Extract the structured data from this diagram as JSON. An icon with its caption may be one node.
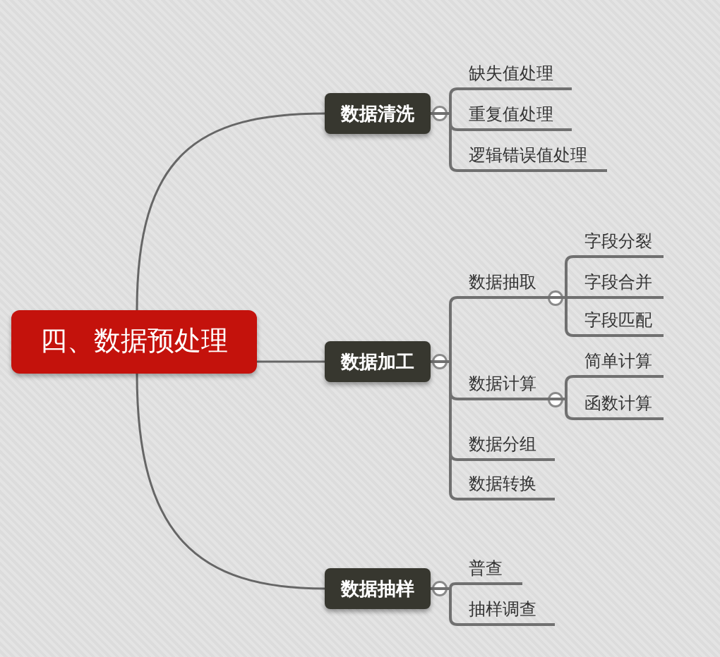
{
  "diagram": {
    "nodes": [
      {
        "text": [
          "四、数据预处理"
        ]
      },
      {
        "text": [
          "数据清洗"
        ]
      },
      {
        "text": [
          "缺失值处理"
        ]
      },
      {
        "text": [
          "重复值处理"
        ]
      },
      {
        "text": [
          "逻辑错误值处理"
        ]
      },
      {
        "text": [
          "数据加工"
        ]
      },
      {
        "text": [
          "数据抽取"
        ]
      },
      {
        "text": [
          "字段分裂"
        ]
      },
      {
        "text": [
          "字段合并"
        ]
      },
      {
        "text": [
          "字段匹配"
        ]
      },
      {
        "text": [
          "数据计算"
        ]
      },
      {
        "text": [
          "简单计算"
        ]
      },
      {
        "text": [
          "函数计算"
        ]
      },
      {
        "text": [
          "数据分组"
        ]
      },
      {
        "text": [
          "数据转换"
        ]
      },
      {
        "text": [
          "数据抽样"
        ]
      },
      {
        "text": [
          "普查"
        ]
      },
      {
        "text": [
          "抽样调查"
        ]
      }
    ],
    "edges": [
      {
        "from": 0,
        "to": 1,
        "arrow": "none"
      },
      {
        "from": 0,
        "to": 5,
        "arrow": "none"
      },
      {
        "from": 0,
        "to": 15,
        "arrow": "none"
      },
      {
        "from": 1,
        "to": 2,
        "arrow": "none"
      },
      {
        "from": 1,
        "to": 3,
        "arrow": "none"
      },
      {
        "from": 1,
        "to": 4,
        "arrow": "none"
      },
      {
        "from": 5,
        "to": 6,
        "arrow": "none"
      },
      {
        "from": 5,
        "to": 10,
        "arrow": "none"
      },
      {
        "from": 5,
        "to": 13,
        "arrow": "none"
      },
      {
        "from": 5,
        "to": 14,
        "arrow": "none"
      },
      {
        "from": 6,
        "to": 7,
        "arrow": "none"
      },
      {
        "from": 6,
        "to": 8,
        "arrow": "none"
      },
      {
        "from": 6,
        "to": 9,
        "arrow": "none"
      },
      {
        "from": 10,
        "to": 11,
        "arrow": "none"
      },
      {
        "from": 10,
        "to": 12,
        "arrow": "none"
      },
      {
        "from": 15,
        "to": 16,
        "arrow": "none"
      },
      {
        "from": 15,
        "to": 17,
        "arrow": "none"
      }
    ]
  }
}
